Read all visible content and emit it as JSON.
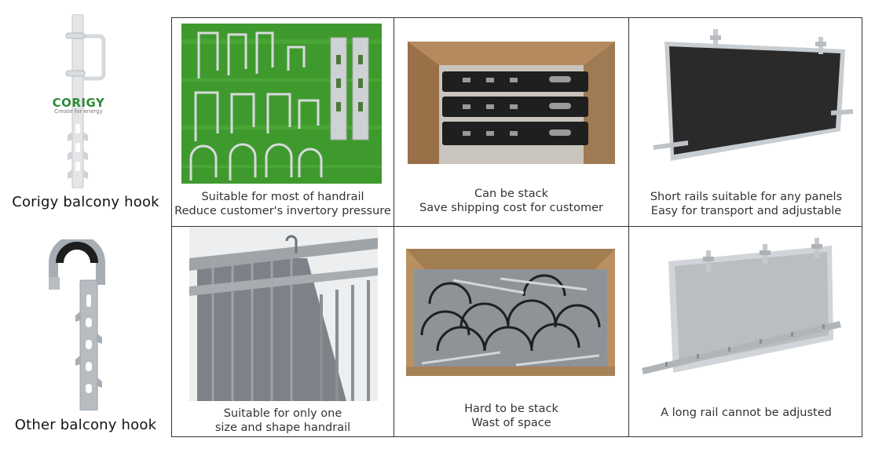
{
  "logo": {
    "brand": "CORIGY",
    "tagline": "Create for energy"
  },
  "rows": [
    {
      "label": "Corigy balcony hook",
      "cells": [
        {
          "lines": [
            "Suitable for most of handrail",
            "Reduce customer's invertory pressure"
          ]
        },
        {
          "lines": [
            "Can be stack",
            "Save shipping cost for customer"
          ]
        },
        {
          "lines": [
            "Short rails suitable for any panels",
            "Easy for transport and adjustable"
          ]
        }
      ]
    },
    {
      "label": "Other balcony hook",
      "cells": [
        {
          "lines": [
            "Suitable for only one",
            "size and shape handrail"
          ]
        },
        {
          "lines": [
            "Hard to  be stack",
            "Wast of space"
          ]
        },
        {
          "lines": [
            "A long rail cannot be adjusted"
          ]
        }
      ]
    }
  ],
  "colors": {
    "grass": "#3f9a2e",
    "cardboard": "#b48a5e",
    "panel_dark": "#2a2a2a",
    "metal": "#c9cdd1",
    "grid_line": "#333333",
    "logo_green": "#2e8b3a"
  },
  "icons": [
    "corigy-hook-icon",
    "other-hook-icon"
  ]
}
